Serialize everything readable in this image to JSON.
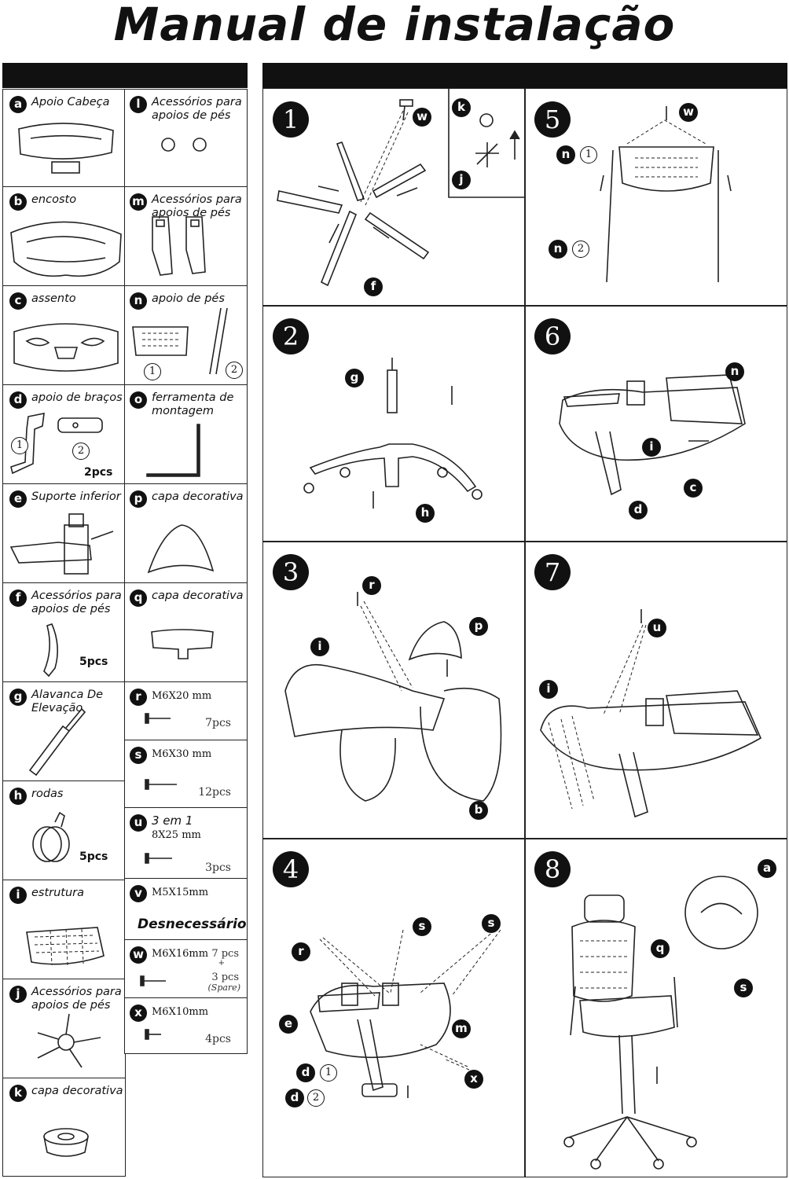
{
  "title": "Manual de instalação",
  "parts": [
    {
      "letter": "a",
      "label": "Apoio Cabeça"
    },
    {
      "letter": "l",
      "label": "Acessórios para apoios de pés"
    },
    {
      "letter": "b",
      "label": "encosto"
    },
    {
      "letter": "m",
      "label": "Acessórios para apoios de pés"
    },
    {
      "letter": "c",
      "label": "assento"
    },
    {
      "letter": "n",
      "label": "apoio de pés"
    },
    {
      "letter": "d",
      "label": "apoio de braços",
      "count": "2pcs"
    },
    {
      "letter": "o",
      "label": "ferramenta de montagem"
    },
    {
      "letter": "e",
      "label": "Suporte inferior"
    },
    {
      "letter": "p",
      "label": "capa decorativa"
    },
    {
      "letter": "f",
      "label": "Acessórios para apoios de pés",
      "count": "5pcs"
    },
    {
      "letter": "q",
      "label": "capa decorativa"
    },
    {
      "letter": "g",
      "label": "Alavanca De Elevação"
    },
    {
      "letter": "h",
      "label": "rodas",
      "count": "5pcs"
    },
    {
      "letter": "i",
      "label": "estrutura"
    },
    {
      "letter": "j",
      "label": "Acessórios para apoios de pés"
    },
    {
      "letter": "k",
      "label": "capa decorativa"
    }
  ],
  "screws": [
    {
      "letter": "r",
      "spec": "M6X20  mm",
      "qty": "7pcs"
    },
    {
      "letter": "s",
      "spec": "M6X30  mm",
      "qty": "12pcs"
    },
    {
      "letter": "u",
      "label": "3 em 1",
      "spec": "8X25  mm",
      "qty": "3pcs"
    },
    {
      "letter": "v",
      "spec": "M5X15mm",
      "note": "Desnecessário"
    },
    {
      "letter": "w",
      "spec": "M6X16mm",
      "qty": "7 pcs",
      "plus": "+",
      "qty2": "3 pcs",
      "spare": "(Spare)"
    },
    {
      "letter": "x",
      "spec": "M6X10mm",
      "qty": "4pcs"
    }
  ],
  "subpart_numbers": {
    "one": "1",
    "two": "2"
  },
  "steps": [
    {
      "num": "1",
      "tags": [
        "w",
        "f",
        "k",
        "j"
      ]
    },
    {
      "num": "5",
      "tags": [
        "w",
        "n",
        "n"
      ]
    },
    {
      "num": "2",
      "tags": [
        "g",
        "h"
      ]
    },
    {
      "num": "6",
      "tags": [
        "n",
        "i",
        "c",
        "d"
      ]
    },
    {
      "num": "3",
      "tags": [
        "r",
        "p",
        "i",
        "b"
      ]
    },
    {
      "num": "7",
      "tags": [
        "u",
        "i"
      ]
    },
    {
      "num": "4",
      "tags": [
        "s",
        "s",
        "r",
        "e",
        "m",
        "d",
        "d",
        "x"
      ]
    },
    {
      "num": "8",
      "tags": [
        "a",
        "q",
        "s"
      ]
    }
  ]
}
